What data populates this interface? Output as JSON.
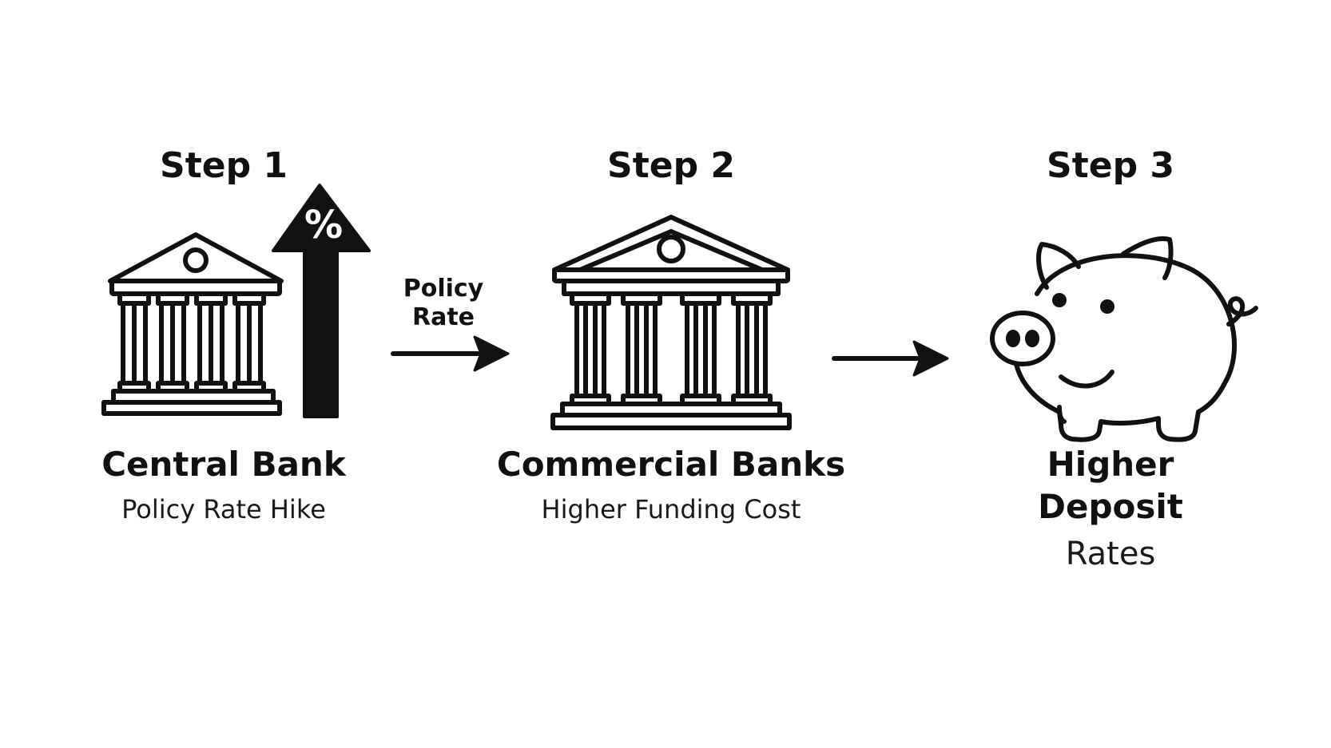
{
  "steps": [
    {
      "title": "Step 1",
      "name": "Central Bank",
      "subtitle": "Policy Rate Hike",
      "icon": "bank-icon",
      "badge_icon": "up-arrow-percent-icon",
      "badge_text": "%"
    },
    {
      "title": "Step 2",
      "name": "Commercial Banks",
      "subtitle": "Higher Funding Cost",
      "icon": "bank-icon"
    },
    {
      "title": "Step 3",
      "name_lines": [
        "Higher",
        "Deposit"
      ],
      "subtitle": "Rates",
      "icon": "piggy-bank-icon"
    }
  ],
  "arrows": [
    {
      "label_lines": [
        "Policy",
        "Rate"
      ],
      "icon": "right-arrow-icon"
    },
    {
      "icon": "right-arrow-icon"
    }
  ],
  "colors": {
    "ink": "#111111",
    "background": "#ffffff"
  }
}
